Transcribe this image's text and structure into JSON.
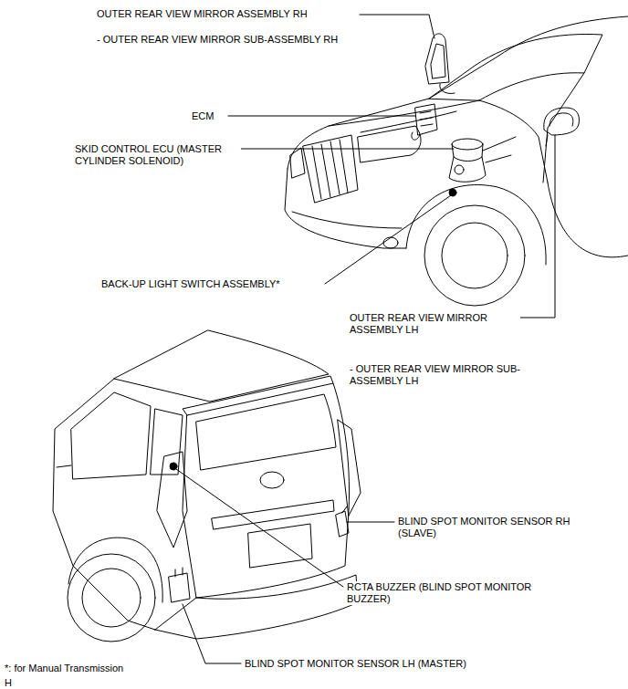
{
  "diagram": {
    "labels": [
      "OUTER REAR VIEW MIRROR ASSEMBLY RH",
      "- OUTER REAR VIEW MIRROR SUB-ASSEMBLY RH",
      "ECM",
      "SKID CONTROL ECU (MASTER CYLINDER SOLENOID)",
      "BACK-UP LIGHT SWITCH ASSEMBLY*",
      "OUTER REAR VIEW MIRROR ASSEMBLY LH",
      "- OUTER REAR VIEW MIRROR SUB-ASSEMBLY LH",
      "BLIND SPOT MONITOR SENSOR RH (SLAVE)",
      "RCTA BUZZER (BLIND SPOT MONITOR BUZZER)",
      "BLIND SPOT MONITOR SENSOR LH (MASTER)",
      "*: for Manual Transmission",
      "H"
    ]
  }
}
